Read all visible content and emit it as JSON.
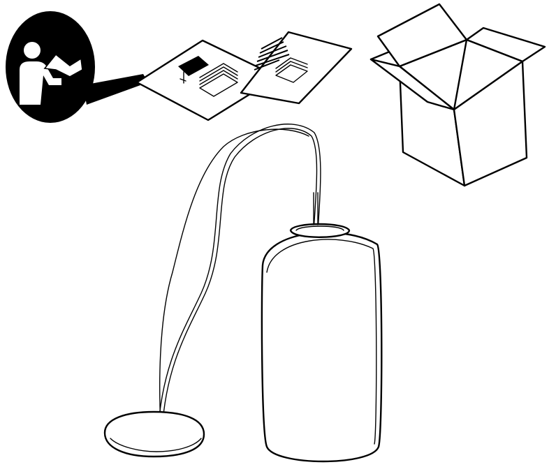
{
  "colors": {
    "ink": "#000000",
    "paper": "#ffffff"
  },
  "icons": [
    "read-manual-icon",
    "instruction-sheet",
    "open-box",
    "pendant-lamp",
    "ceiling-canopy"
  ]
}
